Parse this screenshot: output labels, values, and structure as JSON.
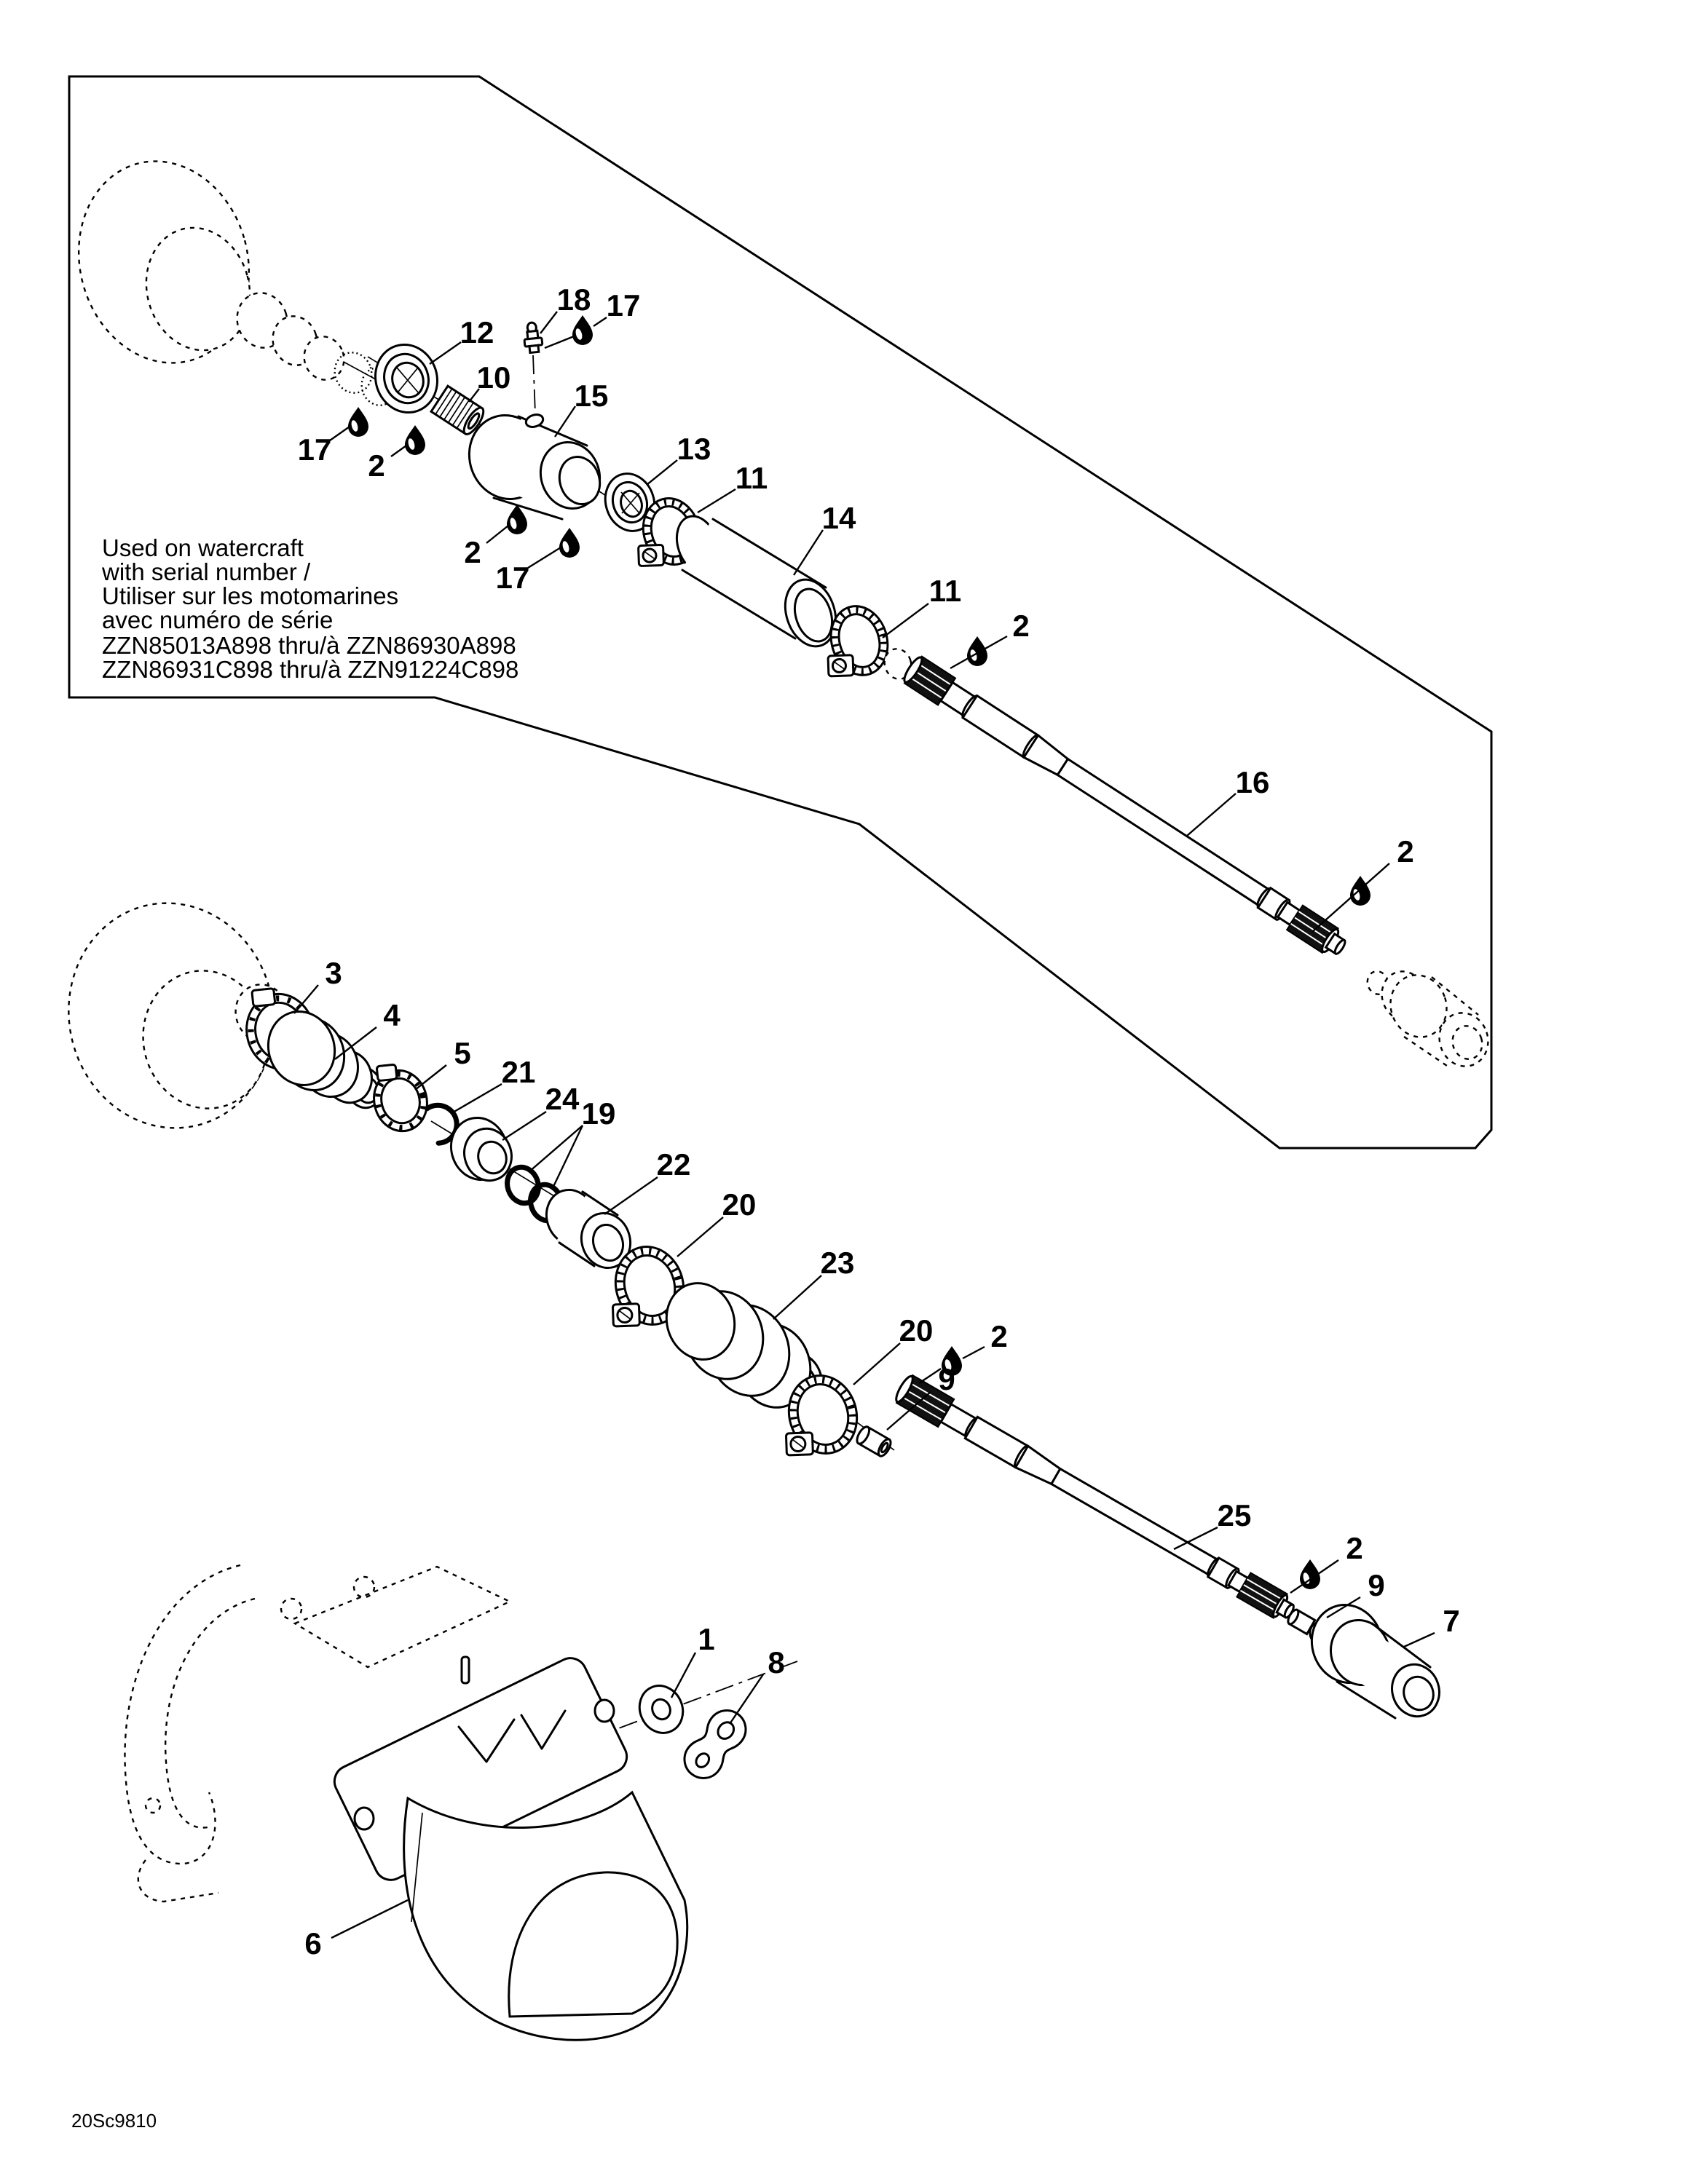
{
  "colors": {
    "ink": "#000000",
    "background": "#ffffff"
  },
  "note": {
    "lines": [
      "Used on watercraft",
      "with serial number /",
      "Utiliser sur les motomarines",
      "avec numéro de série",
      "ZZN85013A898 thru/à ZZN86930A898",
      "ZZN86931C898 thru/à ZZN91224C898"
    ]
  },
  "footer": {
    "code": "20Sc9810"
  },
  "icons": {
    "lubricant_drop": "filled teardrop symbol"
  },
  "callouts": [
    {
      "id": "c0",
      "label": "18"
    },
    {
      "id": "c1",
      "label": "17"
    },
    {
      "id": "c2",
      "label": "12"
    },
    {
      "id": "c3",
      "label": "10"
    },
    {
      "id": "c4",
      "label": "15"
    },
    {
      "id": "c5",
      "label": "13"
    },
    {
      "id": "c6",
      "label": "11"
    },
    {
      "id": "c7",
      "label": "14"
    },
    {
      "id": "c8",
      "label": "17"
    },
    {
      "id": "c9",
      "label": "2"
    },
    {
      "id": "c10",
      "label": "2"
    },
    {
      "id": "c11",
      "label": "17"
    },
    {
      "id": "c12",
      "label": "11"
    },
    {
      "id": "c13",
      "label": "2"
    },
    {
      "id": "c14",
      "label": "16"
    },
    {
      "id": "c15",
      "label": "2"
    },
    {
      "id": "c16",
      "label": "3"
    },
    {
      "id": "c17",
      "label": "4"
    },
    {
      "id": "c18",
      "label": "5"
    },
    {
      "id": "c19",
      "label": "21"
    },
    {
      "id": "c20",
      "label": "24"
    },
    {
      "id": "c21",
      "label": "19"
    },
    {
      "id": "c22",
      "label": "22"
    },
    {
      "id": "c23",
      "label": "20"
    },
    {
      "id": "c24",
      "label": "23"
    },
    {
      "id": "c25",
      "label": "20"
    },
    {
      "id": "c26",
      "label": "9"
    },
    {
      "id": "c27",
      "label": "2"
    },
    {
      "id": "c28",
      "label": "25"
    },
    {
      "id": "c29",
      "label": "2"
    },
    {
      "id": "c30",
      "label": "9"
    },
    {
      "id": "c31",
      "label": "7"
    },
    {
      "id": "c32",
      "label": "1"
    },
    {
      "id": "c33",
      "label": "8"
    },
    {
      "id": "c34",
      "label": "6"
    }
  ]
}
